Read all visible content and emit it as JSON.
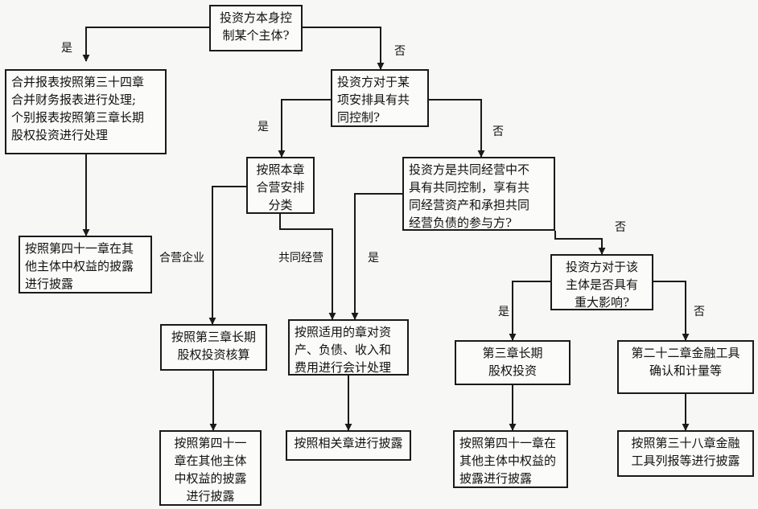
{
  "nodes": {
    "q_control": [
      "投资方本身控",
      "制某个主体?"
    ],
    "consolidate": [
      "合并报表按照第三十四章",
      "合并财务报表进行处理;",
      "个别报表按照第三章长期",
      "股权投资进行处理"
    ],
    "disclose_41_a": [
      "按照第四十一章在其",
      "他主体中权益的披露",
      "进行披露"
    ],
    "q_joint": [
      "投资方对于某",
      "项安排具有共",
      "同控制?"
    ],
    "classify": [
      "按照本章",
      "合营安排",
      "分类"
    ],
    "q_party": [
      "投资方是共同经营中不",
      "具有共同控制，享有共",
      "同经营资产和承担共同",
      "经营负债的参与方?"
    ],
    "q_influence": [
      "投资方对于该",
      "主体是否具有",
      "重大影响?"
    ],
    "equity_method": [
      "按照第三章长期",
      "股权投资核算"
    ],
    "account_assets": [
      "按照适用的章对资",
      "产、负债、收入和",
      "费用进行会计处理"
    ],
    "ch3_equity": [
      "第三章长期",
      "股权投资"
    ],
    "ch22_fin": [
      "第二十二章金融工具",
      "确认和计量等"
    ],
    "disclose_41_b": [
      "按照第四十一",
      "章在其他主体",
      "中权益的披露",
      "进行披露"
    ],
    "disclose_related": [
      "按照相关章进行披露"
    ],
    "disclose_41_c": [
      "按照第四十一章在",
      "其他主体中权益的",
      "披露进行披露"
    ],
    "disclose_38": [
      "按照第三十八章金融",
      "工具列报等进行披露"
    ]
  },
  "edge_labels": {
    "yes": "是",
    "no": "否",
    "joint_venture": "合营企业",
    "joint_operation": "共同经营"
  }
}
